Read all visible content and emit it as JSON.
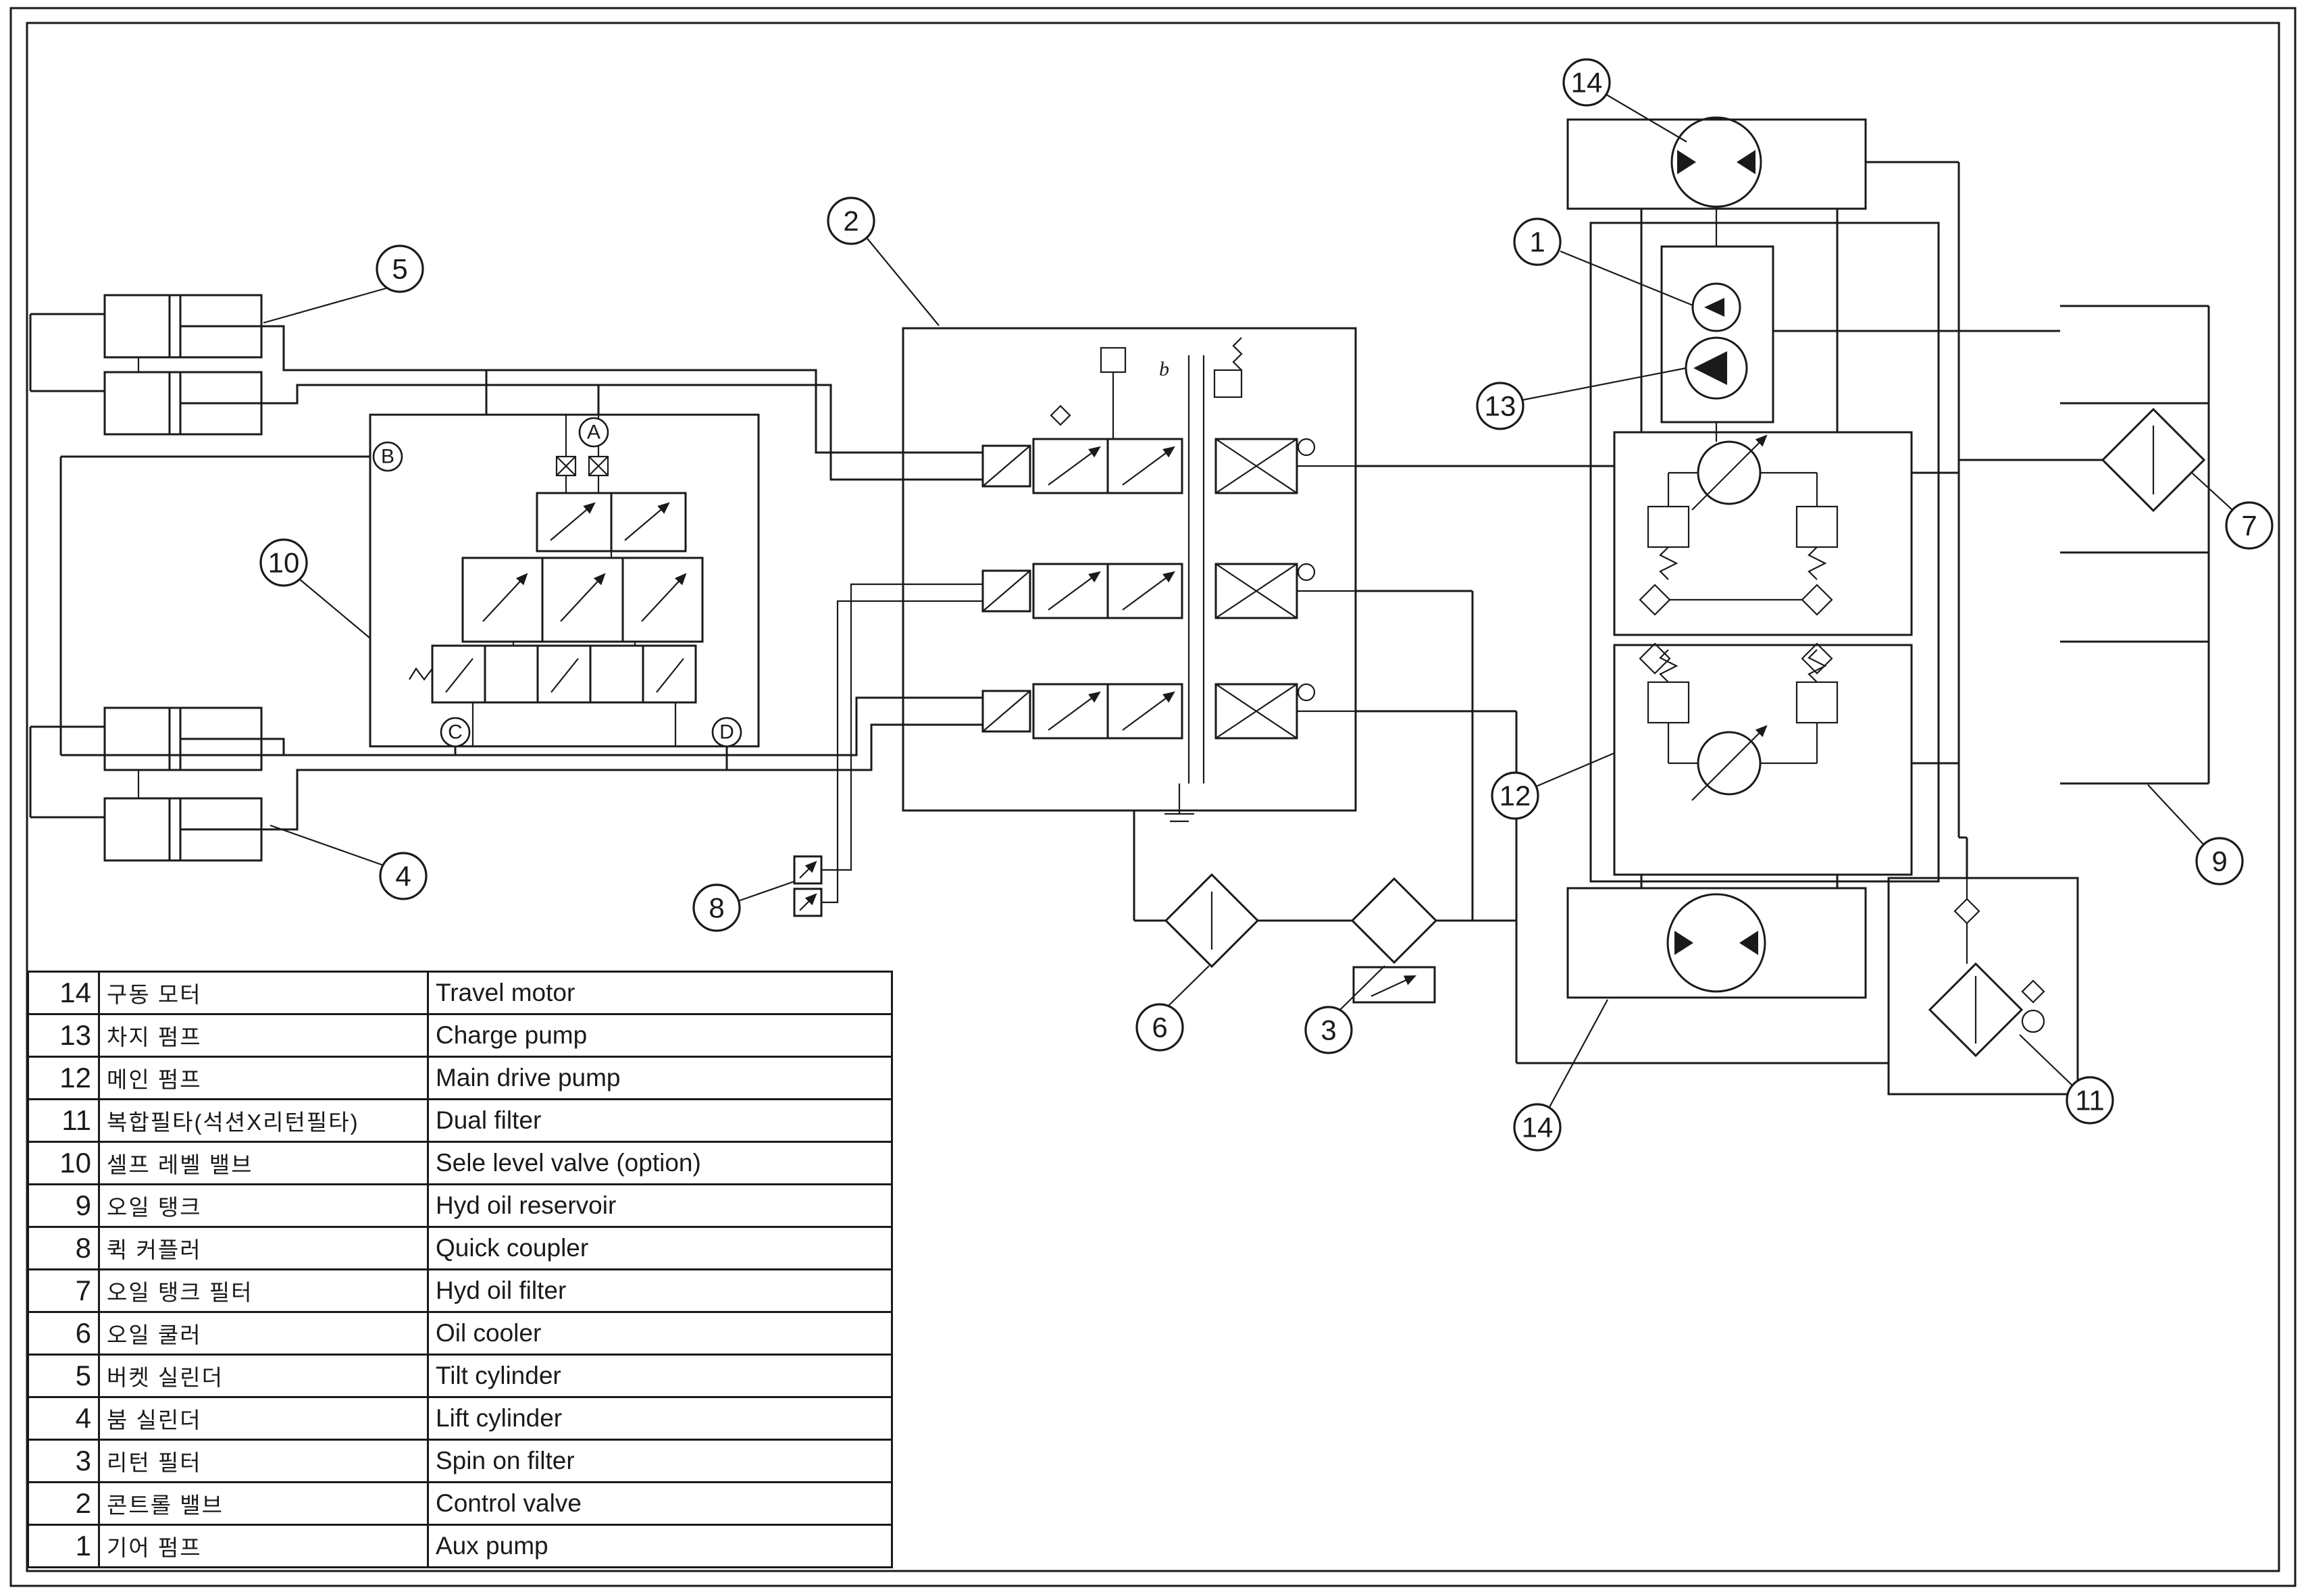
{
  "legend": {
    "rows": [
      {
        "no": "14",
        "kr": "구동 모터",
        "en": "Travel motor"
      },
      {
        "no": "13",
        "kr": "차지 펌프",
        "en": "Charge pump"
      },
      {
        "no": "12",
        "kr": "메인 펌프",
        "en": "Main drive pump"
      },
      {
        "no": "11",
        "kr": "복합필타(석션X리턴필타)",
        "en": "Dual filter"
      },
      {
        "no": "10",
        "kr": "셀프 레벨 밸브",
        "en": "Sele level valve (option)"
      },
      {
        "no": "9",
        "kr": "오일 탱크",
        "en": "Hyd oil reservoir"
      },
      {
        "no": "8",
        "kr": "퀵 커플러",
        "en": "Quick coupler"
      },
      {
        "no": "7",
        "kr": "오일 탱크 필터",
        "en": "Hyd oil filter"
      },
      {
        "no": "6",
        "kr": "오일 쿨러",
        "en": "Oil cooler"
      },
      {
        "no": "5",
        "kr": "버켓 실린더",
        "en": "Tilt cylinder"
      },
      {
        "no": "4",
        "kr": "붐 실린더",
        "en": "Lift cylinder"
      },
      {
        "no": "3",
        "kr": "리턴 필터",
        "en": "Spin on filter"
      },
      {
        "no": "2",
        "kr": "콘트롤 밸브",
        "en": "Control valve"
      },
      {
        "no": "1",
        "kr": "기어 펌프",
        "en": "Aux pump"
      }
    ]
  },
  "callouts": {
    "n1": "1",
    "n2": "2",
    "n3": "3",
    "n4": "4",
    "n5": "5",
    "n6": "6",
    "n7": "7",
    "n8": "8",
    "n9": "9",
    "n10": "10",
    "n11": "11",
    "n12": "12",
    "n13": "13",
    "n14": "14"
  },
  "port_labels": {
    "A": "A",
    "B": "B",
    "C": "C",
    "D": "D",
    "b": "b"
  },
  "colors": {
    "line": "#1a1a1a",
    "background": "#ffffff"
  }
}
